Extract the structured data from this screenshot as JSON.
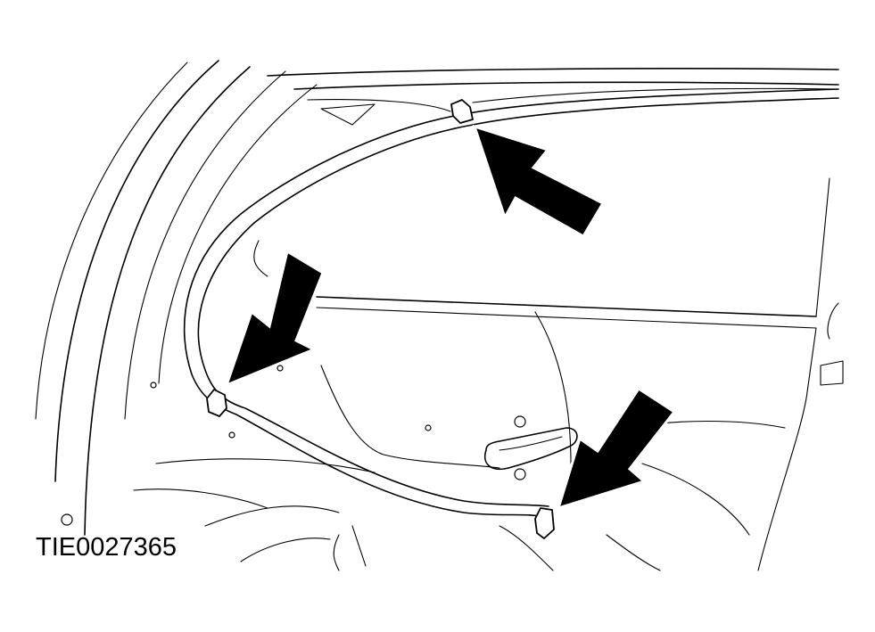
{
  "diagram": {
    "figure_id": "TIE0027365",
    "callouts": [
      {
        "name": "arrow-top-clip"
      },
      {
        "name": "arrow-left-clip"
      },
      {
        "name": "arrow-bottom-clip"
      }
    ],
    "colors": {
      "line": "#000000",
      "background": "#ffffff",
      "arrow_fill": "#000000"
    }
  }
}
